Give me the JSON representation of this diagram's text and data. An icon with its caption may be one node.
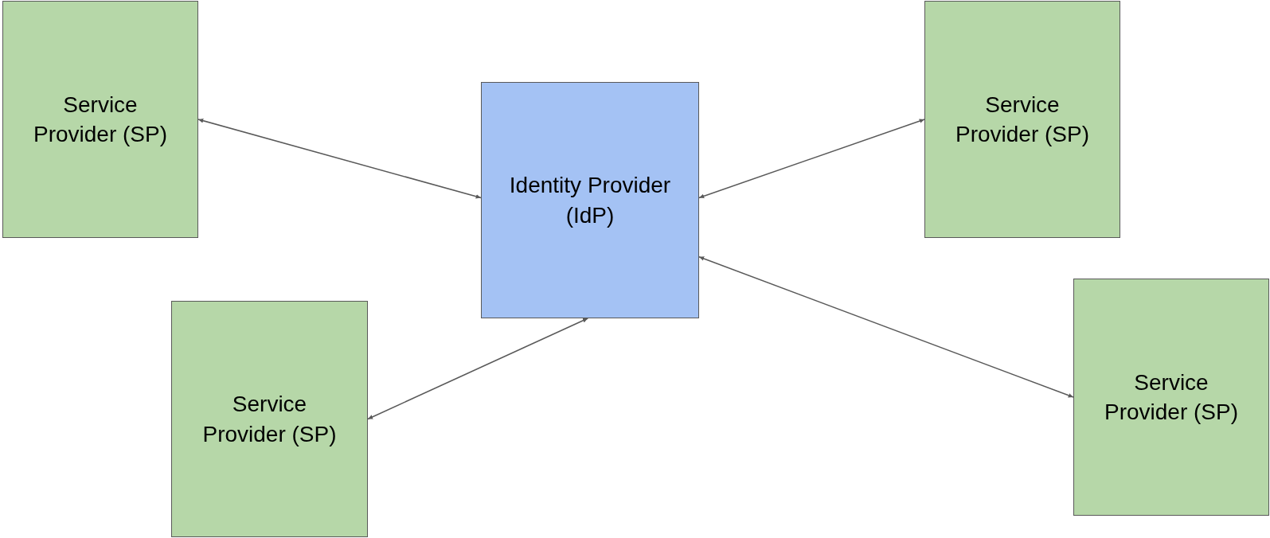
{
  "diagram": {
    "nodes": [
      {
        "text": [
          "Service Provider (SP)"
        ]
      },
      {
        "text": [
          "Identity Provider (IdP)"
        ]
      },
      {
        "text": [
          "Service Provider (SP)"
        ]
      },
      {
        "text": [
          "Service Provider (SP)"
        ]
      },
      {
        "text": [
          "Service Provider (SP)"
        ]
      }
    ],
    "edges": [
      {
        "from": 0,
        "to": 1,
        "arrow": "both"
      },
      {
        "from": 1,
        "to": 2,
        "arrow": "both"
      },
      {
        "from": 1,
        "to": 3,
        "arrow": "both"
      },
      {
        "from": 1,
        "to": 4,
        "arrow": "both"
      }
    ]
  }
}
